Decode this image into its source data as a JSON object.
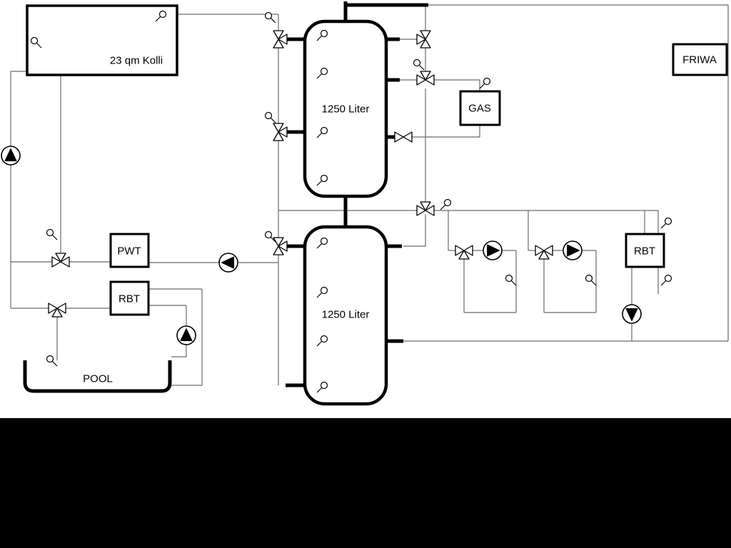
{
  "labels": {
    "collector": "23 qm Kolli",
    "tank_top": "1250 Liter",
    "tank_bottom": "1250 Liter",
    "gas": "GAS",
    "friwa": "FRIWA",
    "pwt": "PWT",
    "rbt_left": "RBT",
    "rbt_right": "RBT",
    "pool": "POOL"
  },
  "colors": {
    "background": "#ffffff",
    "footer": "#000000",
    "pipe_thin": "#6b6b6b",
    "pipe_thick": "#000000",
    "symbol_fill": "#ffffff",
    "symbol_stroke": "#000000"
  },
  "icons": {
    "pump": "pump-icon",
    "three_way_valve": "three-way-valve-icon",
    "valve": "valve-icon",
    "sensor": "temperature-sensor-icon"
  }
}
